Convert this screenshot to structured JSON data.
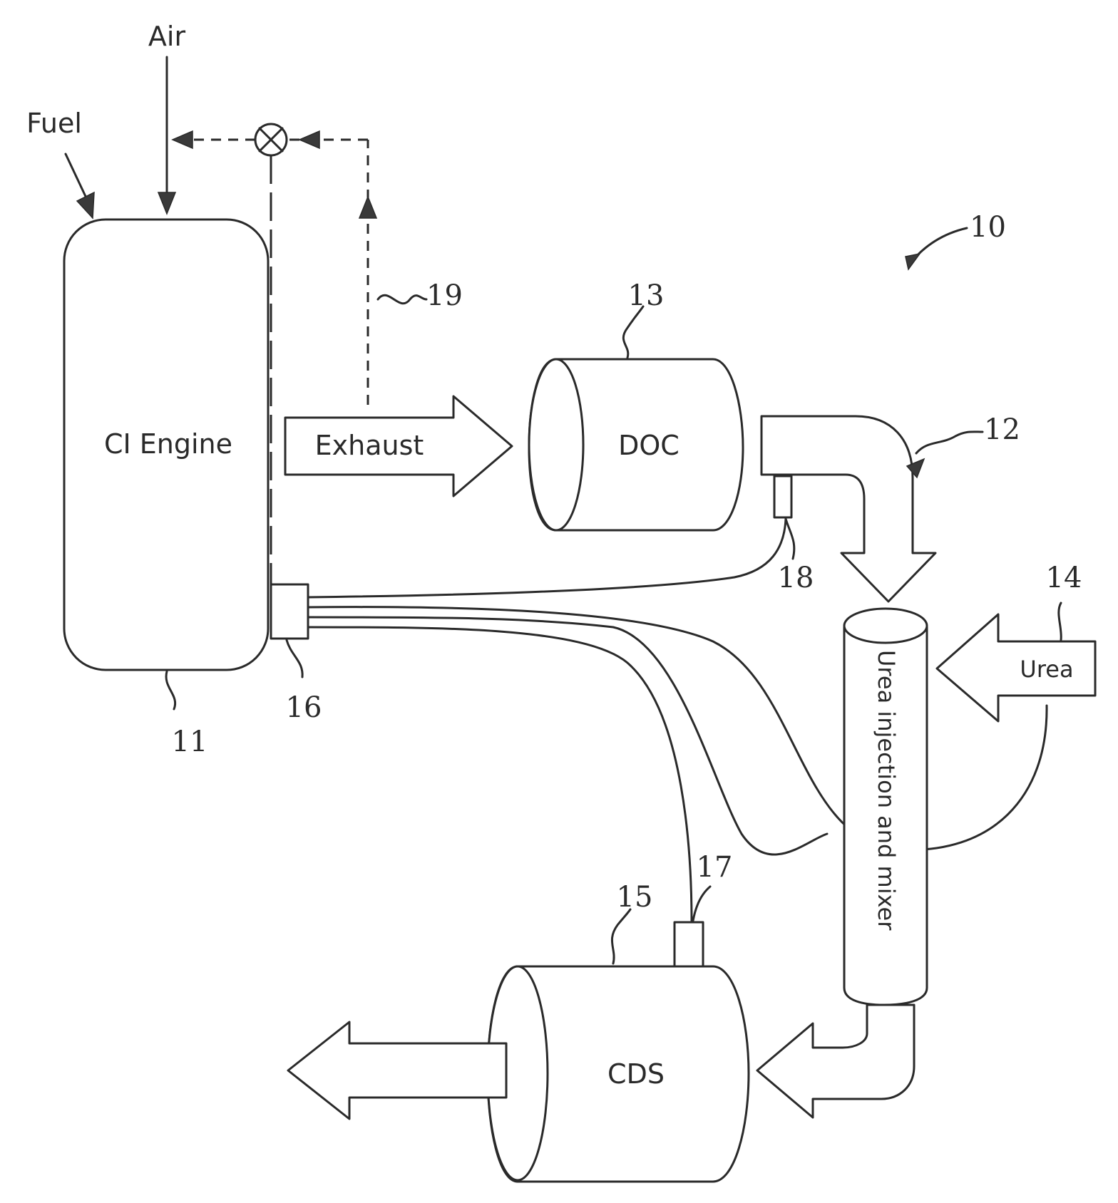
{
  "labels": {
    "air": "Air",
    "fuel": "Fuel",
    "engine": "CI Engine",
    "exhaust": "Exhaust",
    "doc": "DOC",
    "urea": "Urea",
    "mixer": "Urea injection and mixer",
    "cds": "CDS"
  },
  "refs": {
    "system": "10",
    "engine": "11",
    "pipe": "12",
    "doc": "13",
    "urea_injector": "14",
    "cds": "15",
    "controller": "16",
    "sensor_cds": "17",
    "sensor_doc": "18",
    "egr_line": "19"
  }
}
